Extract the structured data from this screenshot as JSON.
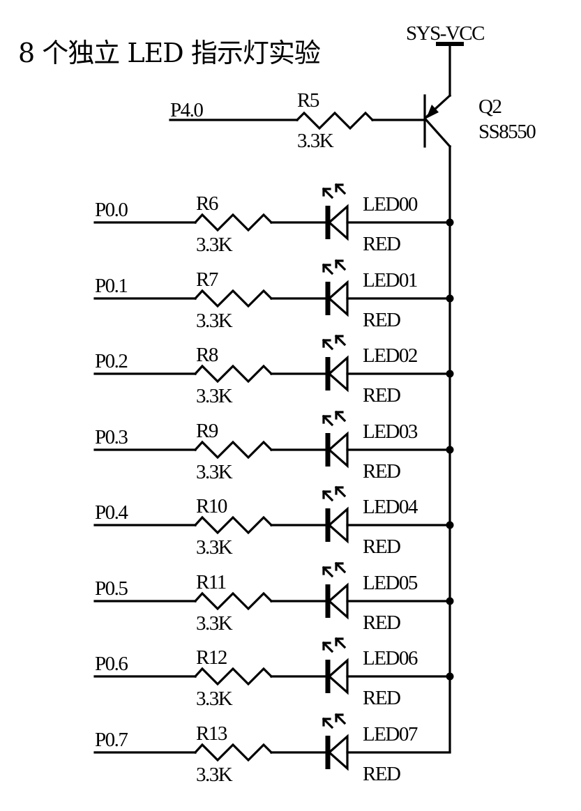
{
  "title": "8 个独立 LED 指示灯实验",
  "power": {
    "label": "SYS-VCC"
  },
  "transistor": {
    "ref": "Q2",
    "part": "SS8550",
    "type": "PNP"
  },
  "base_drive": {
    "net": "P4.0",
    "resistor": {
      "ref": "R5",
      "value": "3.3K"
    }
  },
  "channels": [
    {
      "net": "P0.0",
      "resistor": "R6",
      "value": "3.3K",
      "led": "LED00",
      "color": "RED"
    },
    {
      "net": "P0.1",
      "resistor": "R7",
      "value": "3.3K",
      "led": "LED01",
      "color": "RED"
    },
    {
      "net": "P0.2",
      "resistor": "R8",
      "value": "3.3K",
      "led": "LED02",
      "color": "RED"
    },
    {
      "net": "P0.3",
      "resistor": "R9",
      "value": "3.3K",
      "led": "LED03",
      "color": "RED"
    },
    {
      "net": "P0.4",
      "resistor": "R10",
      "value": "3.3K",
      "led": "LED04",
      "color": "RED"
    },
    {
      "net": "P0.5",
      "resistor": "R11",
      "value": "3.3K",
      "led": "LED05",
      "color": "RED"
    },
    {
      "net": "P0.6",
      "resistor": "R12",
      "value": "3.3K",
      "led": "LED06",
      "color": "RED"
    },
    {
      "net": "P0.7",
      "resistor": "R13",
      "value": "3.3K",
      "led": "LED07",
      "color": "RED"
    }
  ]
}
